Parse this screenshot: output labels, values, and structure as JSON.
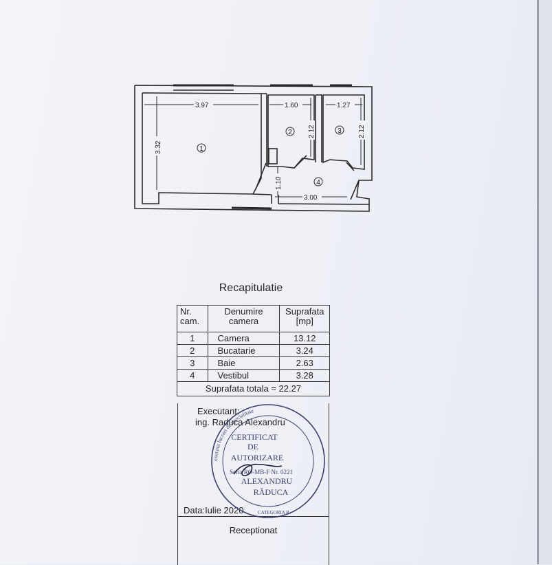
{
  "floor_plan": {
    "dimensions": {
      "room1_width": "3.97",
      "room1_height": "3.32",
      "room2_width": "1.60",
      "room2_height": "2.12",
      "room3_width": "1.27",
      "room3_height": "2.12",
      "room4_width": "3.00",
      "room4_height": "1.10"
    },
    "room_markers": [
      "1",
      "2",
      "3",
      "4"
    ]
  },
  "recap": {
    "title": "Recapitulatie",
    "headers": {
      "nr": "Nr.\ncam.",
      "name": "Denumire\ncamera",
      "area": "Suprafata\n[mp]"
    },
    "rows": [
      {
        "nr": "1",
        "name": "Camera",
        "area": "13.12"
      },
      {
        "nr": "2",
        "name": "Bucatarie",
        "area": "3.24"
      },
      {
        "nr": "3",
        "name": "Baie",
        "area": "2.63"
      },
      {
        "nr": "4",
        "name": "Vestibul",
        "area": "3.28"
      }
    ],
    "total": "Suprafata totala = 22.27"
  },
  "signature": {
    "executant_label": "Executant:",
    "engineer": "ing. Raduca Alexandru",
    "date": "Data:Iulie 2020",
    "received": "Receptionat"
  },
  "stamp": {
    "line1": "CERTIFICAT",
    "line2": "DE",
    "line3": "AUTORIZARE",
    "line4": "Seria RO-MB-F Nr. 0221",
    "line5": "ALEXANDRU",
    "line6": "RĂDUCA",
    "ring_text": "executa lucrari de specialitate",
    "category": "CATEGORIA B",
    "color": "#3c3f6e"
  }
}
